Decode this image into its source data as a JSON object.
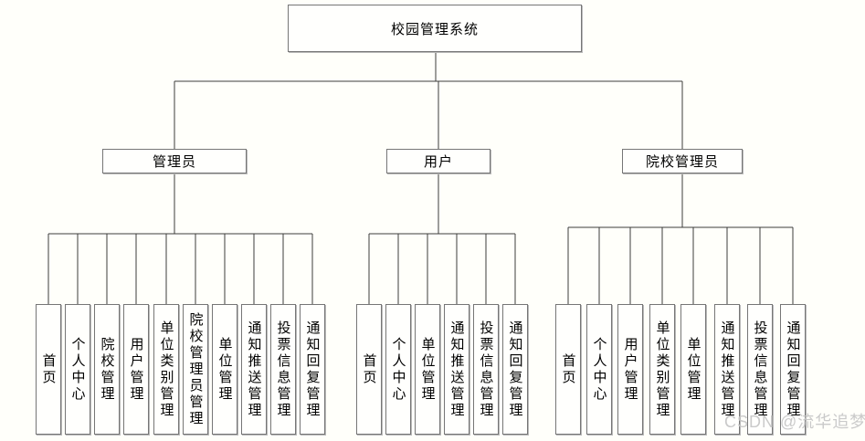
{
  "diagram": {
    "title": "校园管理系统",
    "watermark": "CSDN @流华追梦",
    "colors": {
      "background": "#fffffa",
      "box_border": "#767676",
      "connector_line": "#3c3c3c",
      "text": "#000000",
      "watermark_text": "#c6c6c6"
    },
    "groups": [
      {
        "label": "管理员",
        "children": [
          "首页",
          "个人中心",
          "院校管理",
          "用户管理",
          "单位类别管理",
          "院校管理员管理",
          "单位管理",
          "通知推送管理",
          "投票信息管理",
          "通知回复管理"
        ]
      },
      {
        "label": "用户",
        "children": [
          "首页",
          "个人中心",
          "单位管理",
          "通知推送管理",
          "投票信息管理",
          "通知回复管理"
        ]
      },
      {
        "label": "院校管理员",
        "children": [
          "首页",
          "个人中心",
          "用户管理",
          "单位类别管理",
          "单位管理",
          "通知推送管理",
          "投票信息管理",
          "通知回复管理"
        ]
      }
    ]
  }
}
